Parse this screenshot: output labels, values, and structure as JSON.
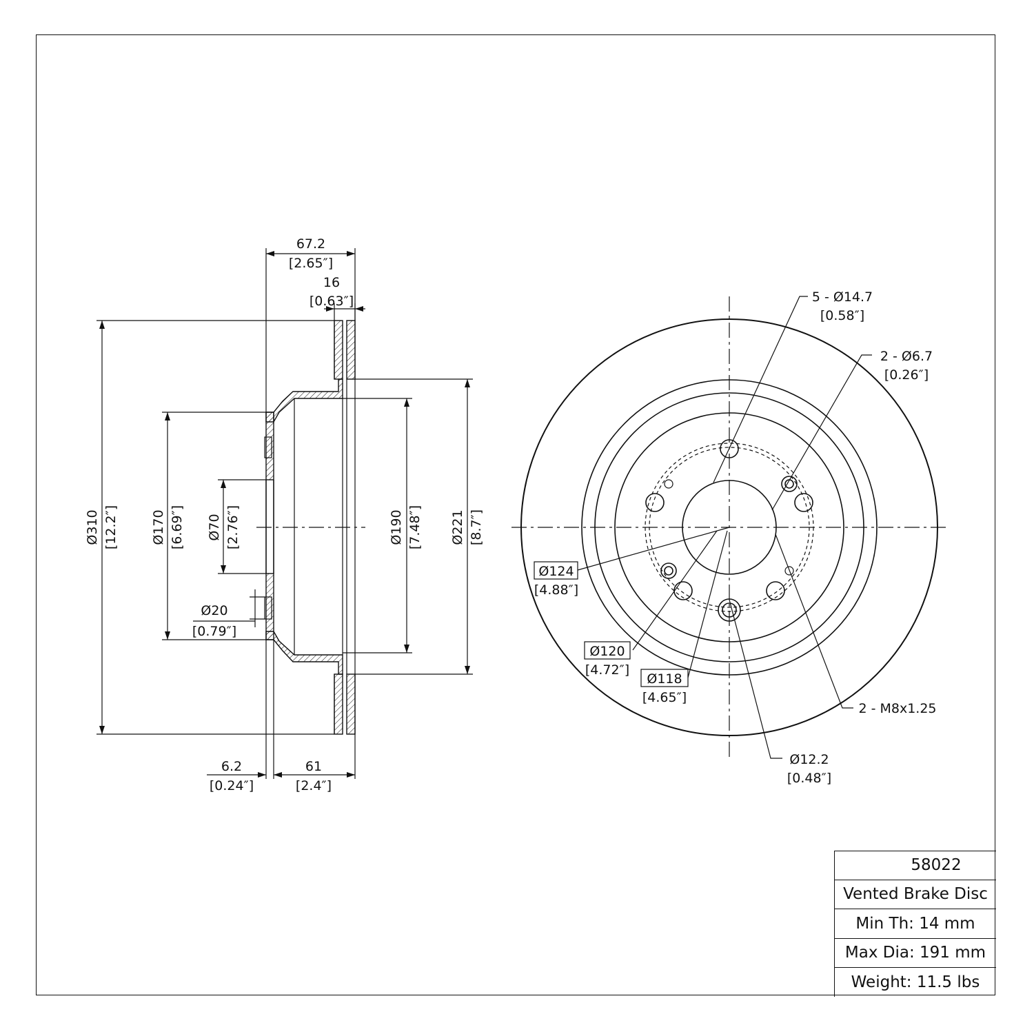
{
  "title_block": {
    "part_number": "58022",
    "description": "Vented Brake Disc",
    "min_thickness": "Min Th: 14 mm",
    "max_diameter": "Max Dia: 191 mm",
    "weight": "Weight: 11.5 lbs"
  },
  "side_view": {
    "overall_width": {
      "mm": "67.2",
      "in": "[2.65″]"
    },
    "rotor_thickness": {
      "mm": "16",
      "in": "[0.63″]"
    },
    "outer_diameter": {
      "mm": "Ø310",
      "in": "[12.2″]"
    },
    "hat_diameter": {
      "mm": "Ø170",
      "in": "[6.69″]"
    },
    "center_bore": {
      "mm": "Ø70",
      "in": "[2.76″]"
    },
    "small_hole": {
      "mm": "Ø20",
      "in": "[0.79″]"
    },
    "drum_diameter": {
      "mm": "Ø190",
      "in": "[7.48″]"
    },
    "friction_inner_diameter": {
      "mm": "Ø221",
      "in": "[8.7″]"
    },
    "hat_face_thickness": {
      "mm": "6.2",
      "in": "[0.24″]"
    },
    "hat_height": {
      "mm": "61",
      "in": "[2.4″]"
    }
  },
  "front_view": {
    "bolt_holes": {
      "mm": "5 - Ø14.7",
      "in": "[0.58″]"
    },
    "locating_holes": {
      "mm": "2 - Ø6.7",
      "in": "[0.26″]"
    },
    "threaded_holes": {
      "mm": "2 - M8x1.25",
      "in": ""
    },
    "stud_hole": {
      "mm": "Ø12.2",
      "in": "[0.48″]"
    },
    "circle_124": {
      "mm": "Ø124",
      "in": "[4.88″]"
    },
    "circle_120": {
      "mm": "Ø120",
      "in": "[4.72″]"
    },
    "circle_118": {
      "mm": "Ø118",
      "in": "[4.65″]"
    }
  }
}
